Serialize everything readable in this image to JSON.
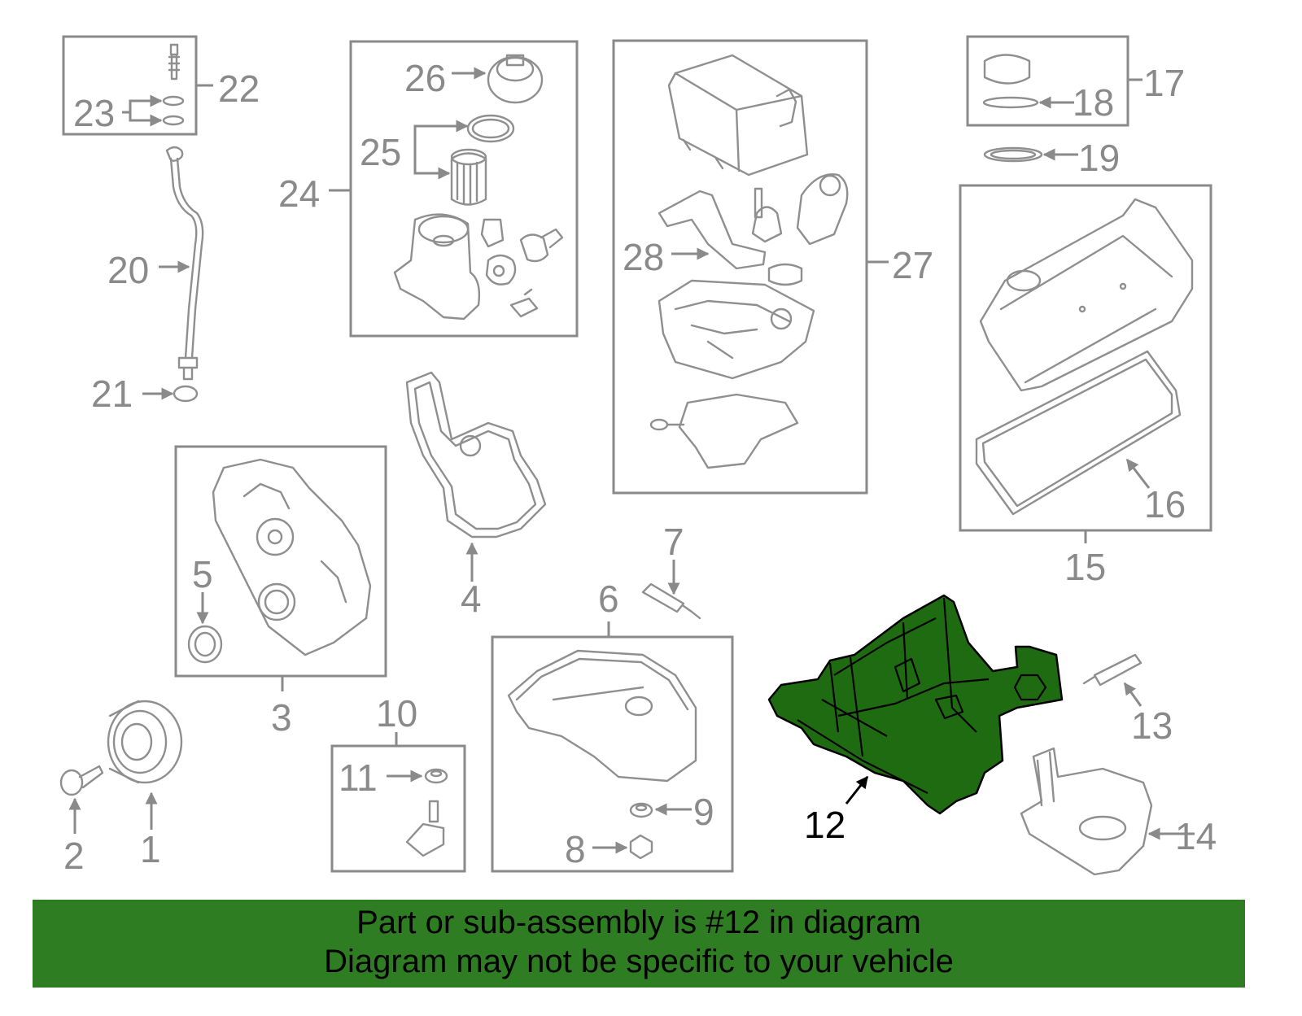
{
  "colors": {
    "banner": "#2f7d22",
    "highlight_part": "#1f6b12",
    "line_art": "#8f8f8f",
    "background": "#ffffff"
  },
  "callouts": {
    "c1": "1",
    "c2": "2",
    "c3": "3",
    "c4": "4",
    "c5": "5",
    "c6": "6",
    "c7": "7",
    "c8": "8",
    "c9": "9",
    "c10": "10",
    "c11": "11",
    "c12": "12",
    "c13": "13",
    "c14": "14",
    "c15": "15",
    "c16": "16",
    "c17": "17",
    "c18": "18",
    "c19": "19",
    "c20": "20",
    "c21": "21",
    "c22": "22",
    "c23": "23",
    "c24": "24",
    "c25": "25",
    "c26": "26",
    "c27": "27",
    "c28": "28"
  },
  "highlighted_part": "12",
  "banner": {
    "line1": "Part or sub-assembly is #12 in diagram",
    "line2": "Diagram may not be specific to your vehicle"
  }
}
